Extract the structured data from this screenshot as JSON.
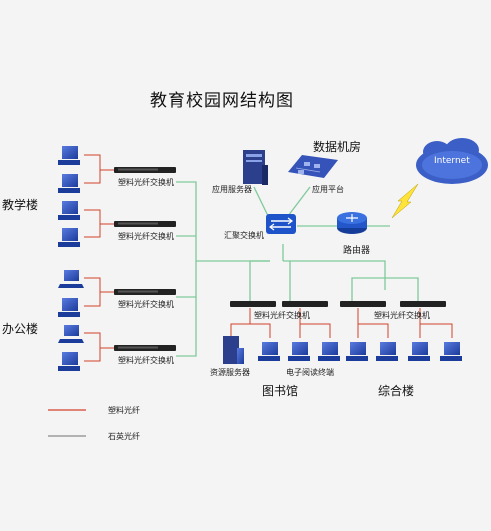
{
  "diagram": {
    "title": "教育校园网结构图",
    "data_center_label": "数据机房",
    "internet_label": "Internet",
    "app_server_label": "应用服务器",
    "app_platform_label": "应用平台",
    "core_switch_label": "汇聚交换机",
    "router_label": "路由器",
    "fiber_switch_label": "塑料光纤交换机",
    "resource_server_label": "资源服务器",
    "e_reader_label": "电子阅读终端",
    "library_label": "图书馆",
    "complex_building_label": "综合楼",
    "teaching_building_label": "教学楼",
    "office_building_label": "办公楼",
    "legend": [
      {
        "label": "塑料光纤",
        "color": "#d2422c"
      },
      {
        "label": "石英光纤",
        "color": "#8a8a8a"
      }
    ],
    "colors": {
      "quartz_line": "#7fc99a",
      "plastic_line": "#d2422c",
      "device": "#2e4da8"
    }
  }
}
